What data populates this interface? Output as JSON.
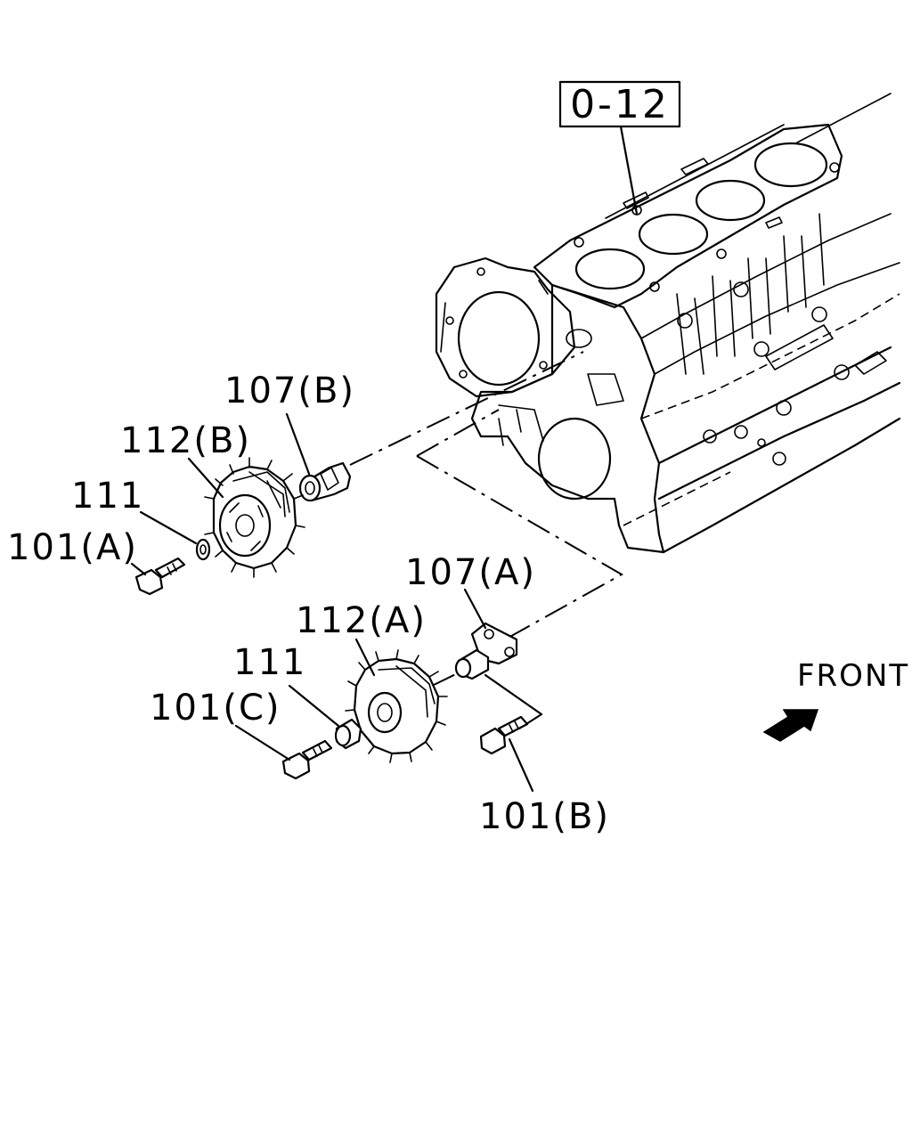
{
  "diagram": {
    "reference_box": "0-12",
    "front_label": "FRONT",
    "labels": {
      "p107b": "107(B)",
      "p112b": "112(B)",
      "p111_upper": "111",
      "p101a": "101(A)",
      "p107a": "107(A)",
      "p112a": "112(A)",
      "p111_lower": "111",
      "p101c": "101(C)",
      "p101b": "101(B)"
    }
  }
}
